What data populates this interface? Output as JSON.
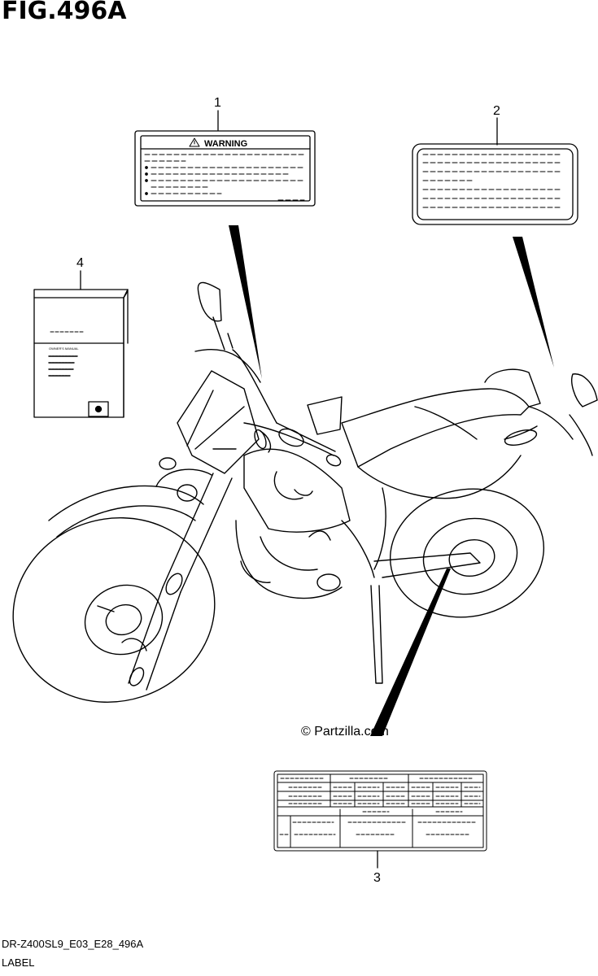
{
  "figure": {
    "title": "FIG.496A",
    "copyright": "© Partzilla.com",
    "model_code": "DR-Z400SL9_E03_E28_496A",
    "section_name": "LABEL"
  },
  "callouts": [
    {
      "number": "1",
      "part": "warning-label"
    },
    {
      "number": "2",
      "part": "info-label"
    },
    {
      "number": "3",
      "part": "spec-label"
    },
    {
      "number": "4",
      "part": "owners-manual"
    }
  ],
  "labels": {
    "warning_heading": "WARNING",
    "manual_heading": "OWNER'S MANUAL"
  }
}
